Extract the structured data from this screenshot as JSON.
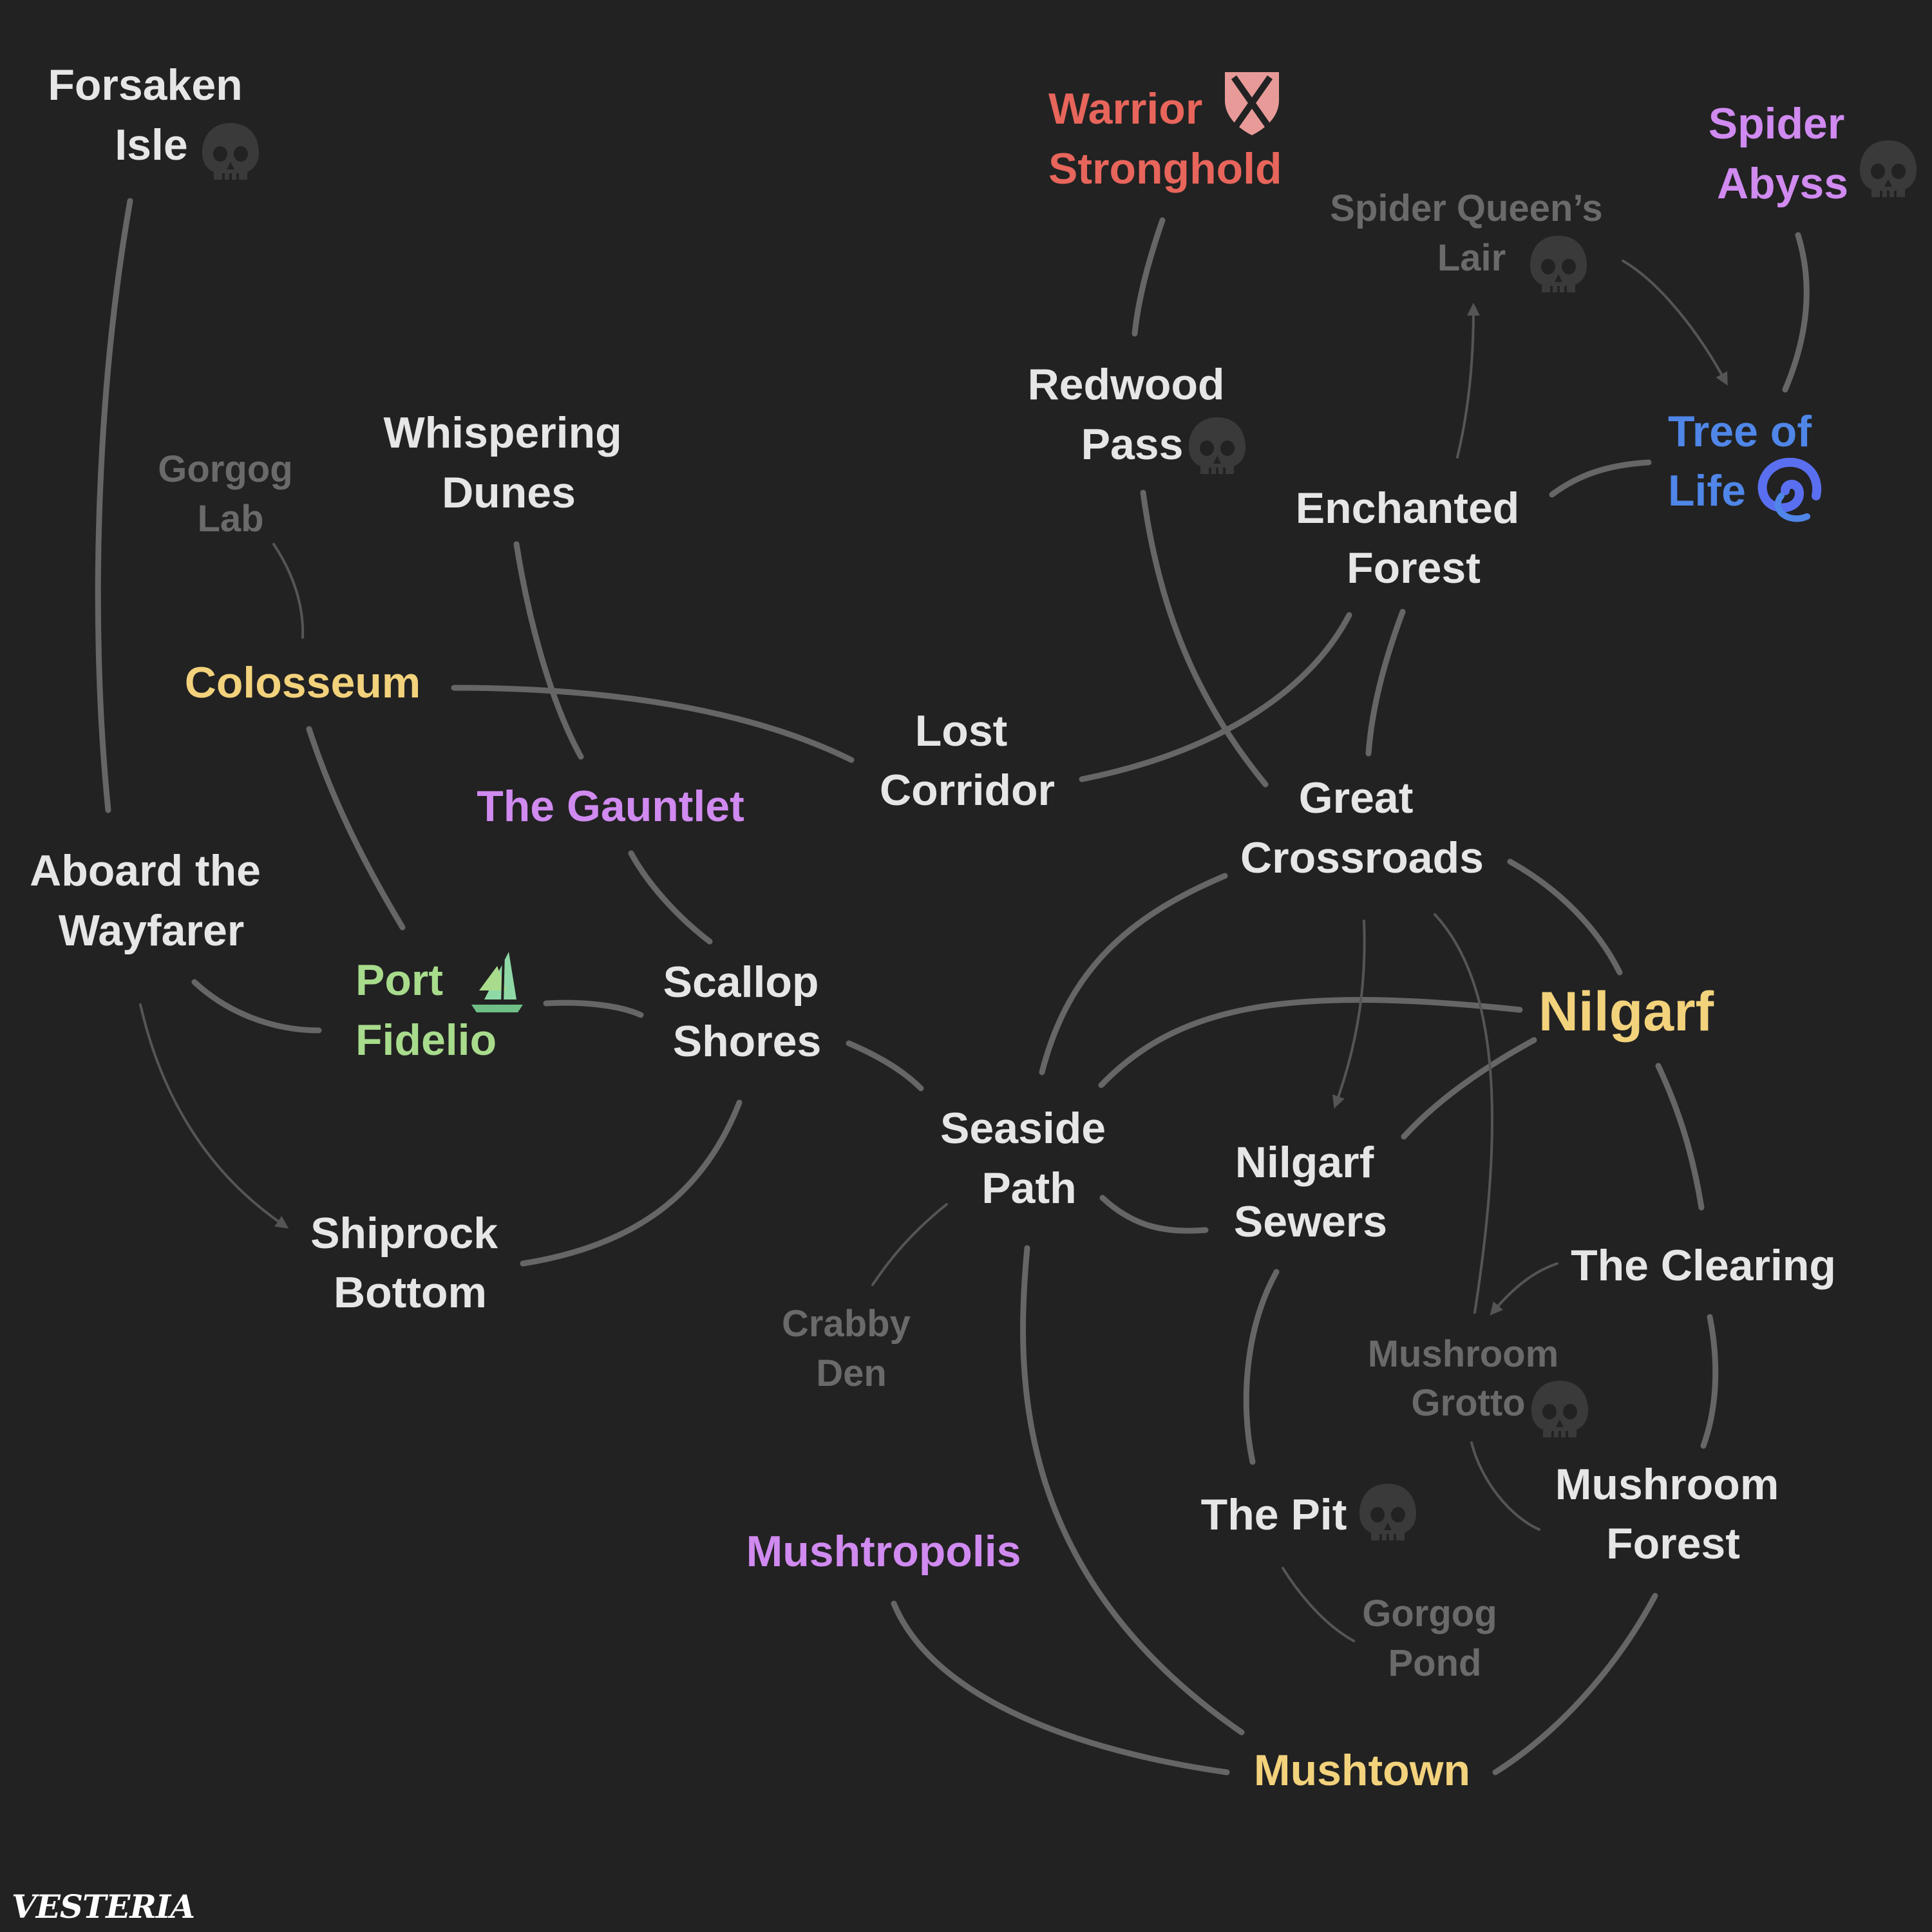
{
  "colors": {
    "background": "#222222",
    "town": "#f3d27c",
    "area": "#e6e6e6",
    "minor": "#6a6a6a",
    "warrior": "#e8655b",
    "spider": "#d08af0",
    "tree": "#4f86e8",
    "port": "#a8dc8c",
    "edge": "#666666"
  },
  "locations": {
    "forsaken_isle": [
      "Forsaken",
      "Isle"
    ],
    "gorgog_lab": [
      "Gorgog",
      "Lab"
    ],
    "whispering_dunes": [
      "Whispering",
      "Dunes"
    ],
    "colosseum": [
      "Colosseum"
    ],
    "the_gauntlet": [
      "The Gauntlet"
    ],
    "lost_corridor": [
      "Lost",
      "Corridor"
    ],
    "aboard_the_wayfarer": [
      "Aboard the",
      "Wayfarer"
    ],
    "port_fidelio": [
      "Port",
      "Fidelio"
    ],
    "scallop_shores": [
      "Scallop",
      "Shores"
    ],
    "shiprock_bottom": [
      "Shiprock",
      "Bottom"
    ],
    "warrior_stronghold": [
      "Warrior",
      "Stronghold"
    ],
    "redwood_pass": [
      "Redwood",
      "Pass"
    ],
    "spider_queens_lair": [
      "Spider Queen’s",
      "Lair"
    ],
    "spider_abyss": [
      "Spider",
      "Abyss"
    ],
    "tree_of_life": [
      "Tree of",
      "Life"
    ],
    "enchanted_forest": [
      "Enchanted",
      "Forest"
    ],
    "great_crossroads": [
      "Great",
      "Crossroads"
    ],
    "nilgarf": [
      "Nilgarf"
    ],
    "seaside_path": [
      "Seaside",
      "Path"
    ],
    "nilgarf_sewers": [
      "Nilgarf",
      "Sewers"
    ],
    "crabby_den": [
      "Crabby",
      "Den"
    ],
    "the_clearing": [
      "The Clearing"
    ],
    "mushroom_grotto": [
      "Mushroom",
      "Grotto"
    ],
    "the_pit": [
      "The Pit"
    ],
    "mushroom_forest": [
      "Mushroom",
      "Forest"
    ],
    "mushtropolis": [
      "Mushtropolis"
    ],
    "gorgog_pond": [
      "Gorgog",
      "Pond"
    ],
    "mushtown": [
      "Mushtown"
    ]
  },
  "icons": {
    "skull": "skull-icon",
    "warrior": "crossed-swords-shield-icon",
    "tree": "swirl-portal-icon",
    "port": "ship-sail-icon"
  },
  "logo": "VESTERIA"
}
